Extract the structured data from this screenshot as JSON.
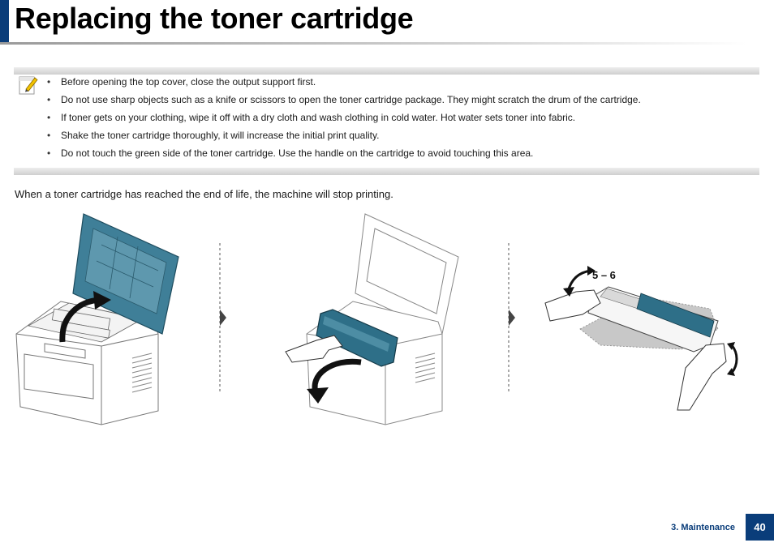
{
  "page": {
    "title": "Replacing the toner cartridge",
    "intro": "When a toner cartridge has reached the end of life, the machine will stop printing."
  },
  "note": {
    "icon": "pencil-note-icon",
    "items": [
      "Before opening the top cover, close the output support first.",
      "Do not use sharp objects such as a knife or scissors to open the toner cartridge package. They might scratch the drum of the cartridge.",
      "If toner gets on your clothing, wipe it off with a dry cloth and wash clothing in cold water. Hot water sets toner into fabric.",
      "Shake the toner cartridge thoroughly, it will increase the initial print quality.",
      "Do not touch the green side of the toner cartridge. Use the handle on the cartridge to avoid touching this area."
    ]
  },
  "illustrations": {
    "shake_label": "5 – 6"
  },
  "footer": {
    "section": "3. Maintenance",
    "page_number": "40"
  },
  "colors": {
    "brand_blue": "#0a3d7a",
    "cover_teal": "#3f7f98",
    "cartridge_teal": "#2e6f88"
  }
}
